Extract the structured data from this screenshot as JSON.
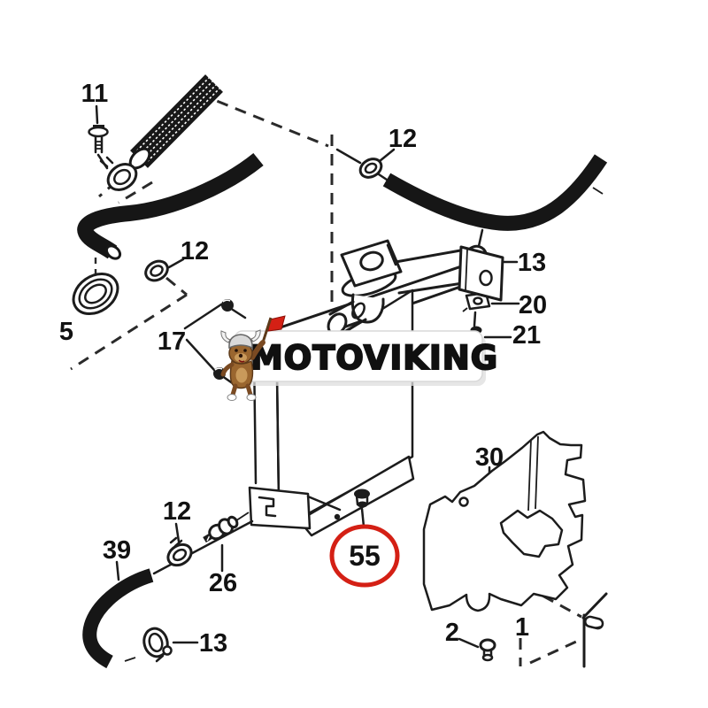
{
  "watermark": {
    "brand": "MOTOVIKING"
  },
  "colors": {
    "line": "#1c1c1c",
    "highlight_red": "#d42015",
    "watermark_text": "#101010",
    "watermark_bg": "#ffffff"
  },
  "callouts": {
    "c11": "11",
    "c12_top_left": "12",
    "c12_top_mid": "12",
    "c13_right": "13",
    "c20_right": "20",
    "c21_right": "21",
    "c17_mid": "17",
    "c5_partial": "5",
    "c39": "39",
    "c12_bottom_left": "12",
    "c26": "26",
    "c13_bottom_left": "13",
    "c55": "55",
    "c30": "30",
    "c2": "2",
    "c1": "1"
  }
}
